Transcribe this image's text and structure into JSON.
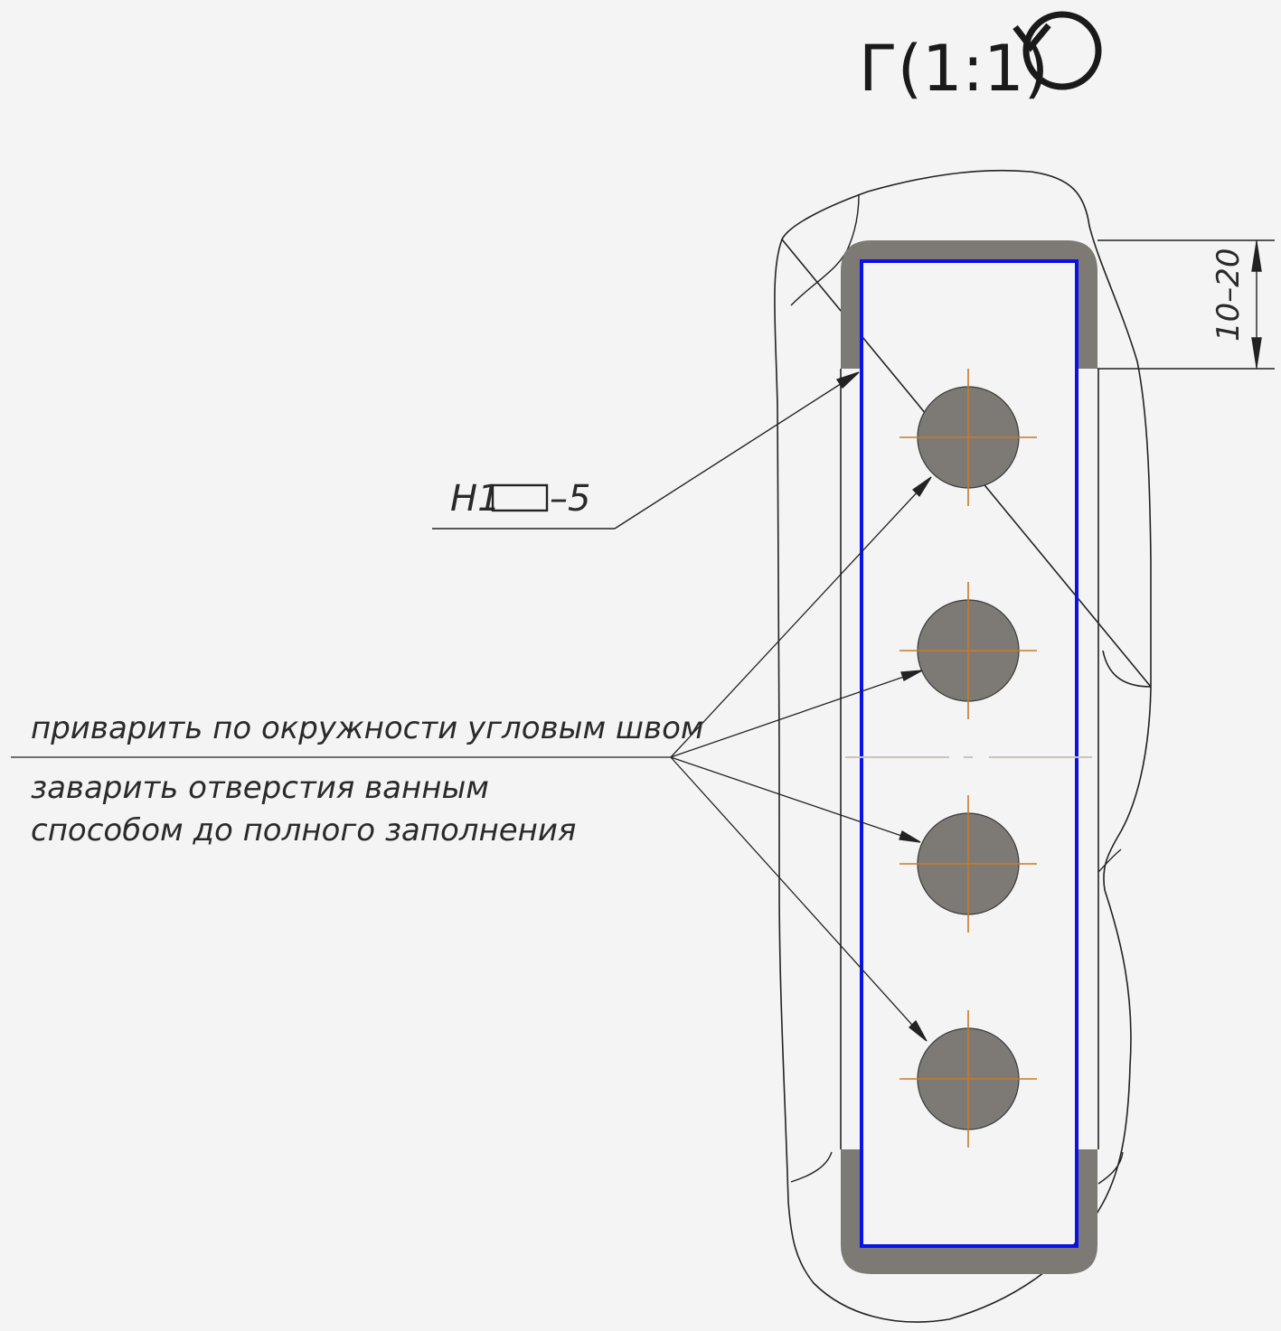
{
  "view": {
    "designation": "Г(1:1)",
    "rotation_symbol": "rotated-view-symbol"
  },
  "weld_symbol": {
    "standard": "Н1",
    "leg_size": "–5"
  },
  "dimension": {
    "text": "10–20"
  },
  "notes": {
    "weld_note": "приварить по окружности угловым швом",
    "fill_note_line1": "заварить отверстия ванным",
    "fill_note_line2": "способом до полного заполнения"
  },
  "colors": {
    "background": "#f3f4f3",
    "plate_outline": "#0a12e8",
    "weld_fill": "#7d7a76",
    "hole_fill": "#7d7a76",
    "centerline": "#c87a2a",
    "line": "#1e1e1e",
    "axis_dash": "#c9c3b8"
  },
  "holes": [
    {
      "index": 1
    },
    {
      "index": 2
    },
    {
      "index": 3
    },
    {
      "index": 4
    }
  ]
}
